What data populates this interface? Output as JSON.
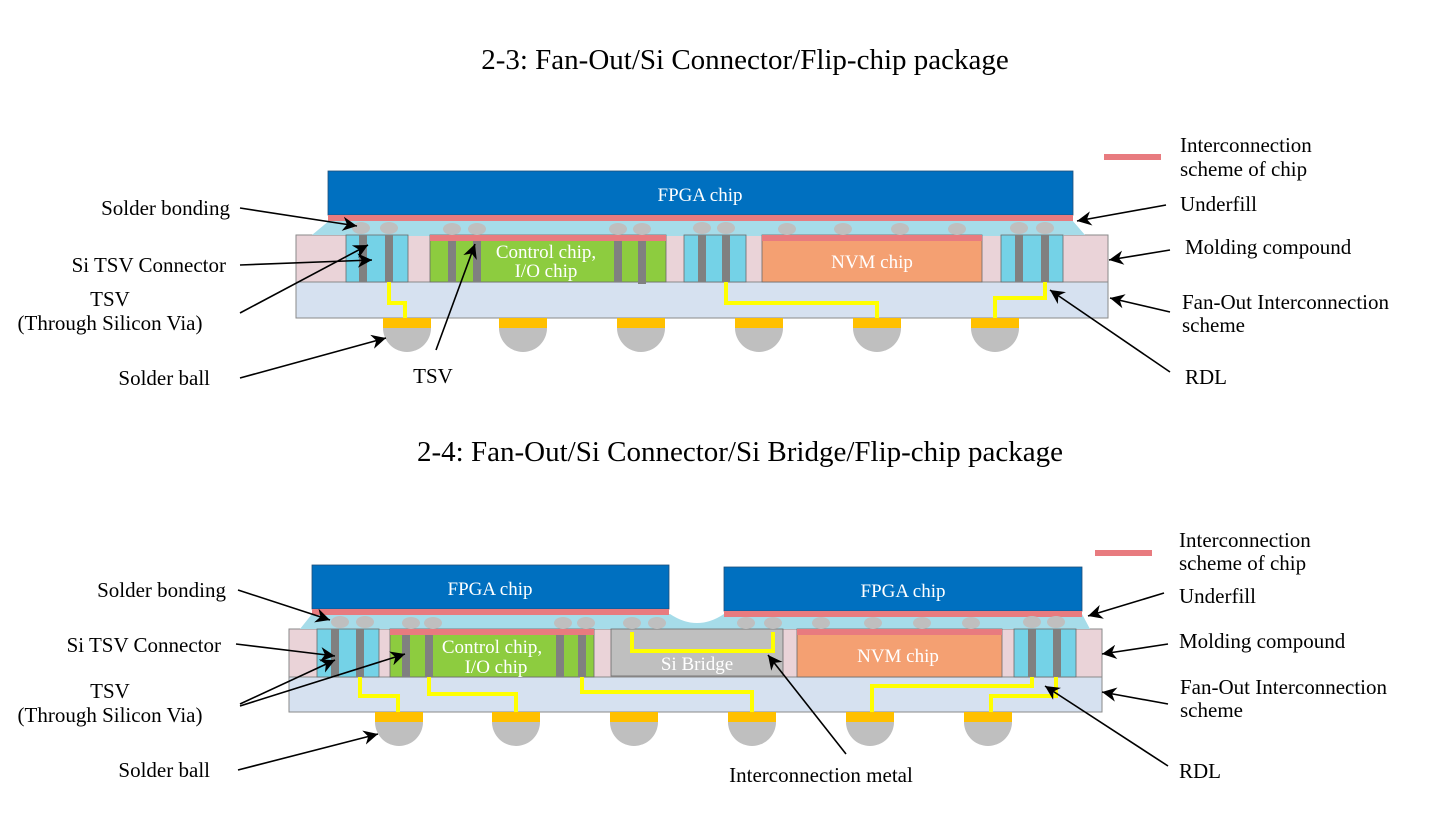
{
  "diagrams": [
    {
      "title": "2-3: Fan-Out/Si Connector/Flip-chip package",
      "chips": {
        "fpga": "FPGA chip",
        "control_line1": "Control chip,",
        "control_line2": "I/O chip",
        "nvm": "NVM chip"
      },
      "labels_left": {
        "solder_bonding": "Solder bonding",
        "si_tsv_connector": "Si TSV Connector",
        "tsv_line1": "TSV",
        "tsv_line2": "(Through Silicon Via)",
        "solder_ball": "Solder ball"
      },
      "label_bottom": "TSV",
      "labels_right": {
        "legend_line1": "Interconnection",
        "legend_line2": "scheme of chip",
        "underfill": "Underfill",
        "molding_compound": "Molding compound",
        "fanout_line1": "Fan-Out Interconnection",
        "fanout_line2": "scheme",
        "rdl": "RDL"
      }
    },
    {
      "title": "2-4: Fan-Out/Si Connector/Si Bridge/Flip-chip package",
      "chips": {
        "fpga_left": "FPGA chip",
        "fpga_right": "FPGA chip",
        "control_line1": "Control chip,",
        "control_line2": "I/O chip",
        "bridge": "Si Bridge",
        "nvm": "NVM chip"
      },
      "labels_left": {
        "solder_bonding": "Solder bonding",
        "si_tsv_connector": "Si TSV Connector",
        "tsv_line1": "TSV",
        "tsv_line2": "(Through Silicon Via)",
        "solder_ball": "Solder ball"
      },
      "label_bottom": "Interconnection metal",
      "labels_right": {
        "legend_line1": "Interconnection",
        "legend_line2": "scheme of chip",
        "underfill": "Underfill",
        "molding_compound": "Molding compound",
        "fanout_line1": "Fan-Out Interconnection",
        "fanout_line2": "scheme",
        "rdl": "RDL"
      }
    }
  ],
  "colors": {
    "fpga": "#0070c0",
    "interconnect_scheme": "#e87b7f",
    "underfill": "#a6dce9",
    "molding": "#ead3d8",
    "si_connector": "#74d2e7",
    "tsv": "#808080",
    "control_chip": "#8dcc3f",
    "nvm_chip": "#f4a072",
    "fanout_layer": "#d6e1f0",
    "rdl": "#ffff00",
    "ball_pad": "#ffc000",
    "solder": "#bfbfbf",
    "si_bridge": "#bfbfbf"
  }
}
